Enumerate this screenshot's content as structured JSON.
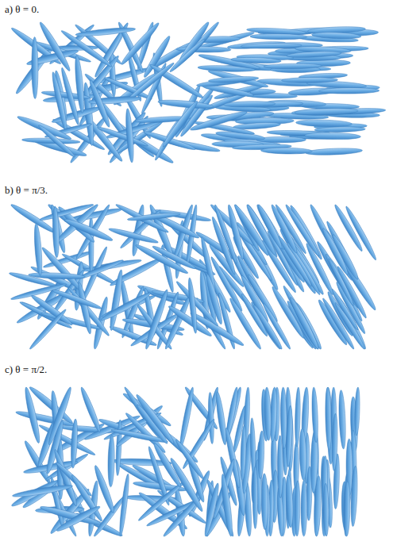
{
  "diagram": {
    "labels": [
      "a) θ = 0.",
      "b) θ = π/3.",
      "c) θ = π/2."
    ]
  }
}
